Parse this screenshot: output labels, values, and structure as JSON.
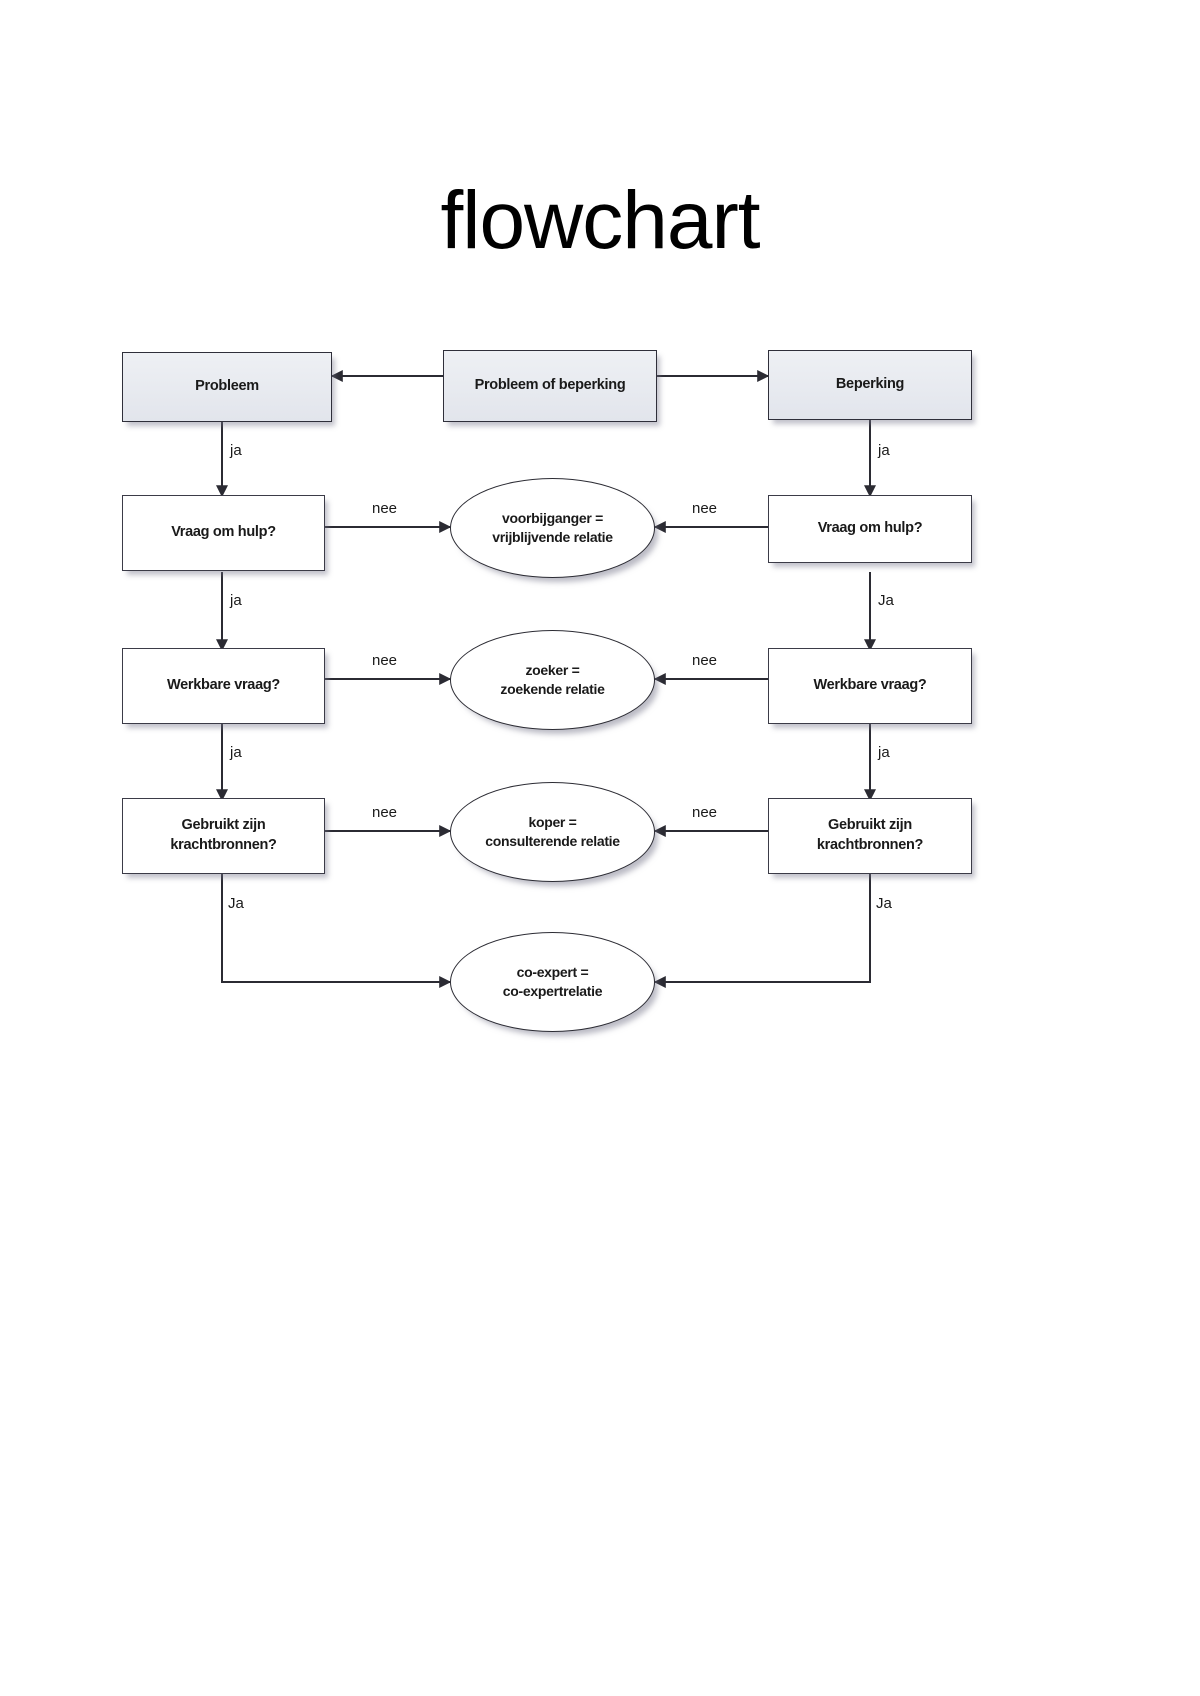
{
  "page": {
    "title": "flowchart",
    "background_color": "#ffffff"
  },
  "chart_data": {
    "type": "diagram",
    "diagram_kind": "flowchart",
    "title": "flowchart",
    "language": "nl",
    "colors": {
      "node_fill_white": "#ffffff",
      "node_fill_gray": "#e6e9ef",
      "node_border": "#3b3b47",
      "text": "#1a1a1a",
      "edge": "#2b2b33"
    },
    "nodes": [
      {
        "id": "start",
        "shape": "rect",
        "fill": "gray",
        "label": "Probleem of beperking",
        "column": "center",
        "row": 0
      },
      {
        "id": "probleem",
        "shape": "rect",
        "fill": "gray",
        "label": "Probleem",
        "column": "left",
        "row": 0
      },
      {
        "id": "beperking",
        "shape": "rect",
        "fill": "gray",
        "label": "Beperking",
        "column": "right",
        "row": 0
      },
      {
        "id": "l-vraag",
        "shape": "rect",
        "fill": "white",
        "label": "Vraag om hulp?",
        "column": "left",
        "row": 1
      },
      {
        "id": "r-vraag",
        "shape": "rect",
        "fill": "white",
        "label": "Vraag om hulp?",
        "column": "right",
        "row": 1
      },
      {
        "id": "l-werkbare",
        "shape": "rect",
        "fill": "white",
        "label": "Werkbare vraag?",
        "column": "left",
        "row": 2
      },
      {
        "id": "r-werkbare",
        "shape": "rect",
        "fill": "white",
        "label": "Werkbare vraag?",
        "column": "right",
        "row": 2
      },
      {
        "id": "l-kracht",
        "shape": "rect",
        "fill": "white",
        "label_lines": [
          "Gebruikt zijn",
          "krachtbronnen?"
        ],
        "column": "left",
        "row": 3
      },
      {
        "id": "r-kracht",
        "shape": "rect",
        "fill": "white",
        "label_lines": [
          "Gebruikt zijn",
          "krachtbronnen?"
        ],
        "column": "right",
        "row": 3
      },
      {
        "id": "e-voorbij",
        "shape": "ellipse",
        "fill": "white",
        "label_lines": [
          "voorbijganger =",
          "vrijblijvende relatie"
        ],
        "column": "center",
        "row": 1
      },
      {
        "id": "e-zoeker",
        "shape": "ellipse",
        "fill": "white",
        "label_lines": [
          "zoeker =",
          "zoekende relatie"
        ],
        "column": "center",
        "row": 2
      },
      {
        "id": "e-koper",
        "shape": "ellipse",
        "fill": "white",
        "label_lines": [
          "koper =",
          "consulterende relatie"
        ],
        "column": "center",
        "row": 3
      },
      {
        "id": "e-coexpert",
        "shape": "ellipse",
        "fill": "white",
        "label_lines": [
          "co-expert =",
          "co-expertrelatie"
        ],
        "column": "center",
        "row": 4
      }
    ],
    "edges": [
      {
        "from": "start",
        "to": "probleem",
        "label": "",
        "direction": "left"
      },
      {
        "from": "start",
        "to": "beperking",
        "label": "",
        "direction": "right"
      },
      {
        "from": "probleem",
        "to": "l-vraag",
        "label": "ja",
        "direction": "down"
      },
      {
        "from": "beperking",
        "to": "r-vraag",
        "label": "ja",
        "direction": "down"
      },
      {
        "from": "l-vraag",
        "to": "e-voorbij",
        "label": "nee",
        "direction": "right"
      },
      {
        "from": "r-vraag",
        "to": "e-voorbij",
        "label": "nee",
        "direction": "left"
      },
      {
        "from": "l-vraag",
        "to": "l-werkbare",
        "label": "ja",
        "direction": "down"
      },
      {
        "from": "r-vraag",
        "to": "r-werkbare",
        "label": "Ja",
        "direction": "down"
      },
      {
        "from": "l-werkbare",
        "to": "e-zoeker",
        "label": "nee",
        "direction": "right"
      },
      {
        "from": "r-werkbare",
        "to": "e-zoeker",
        "label": "nee",
        "direction": "left"
      },
      {
        "from": "l-werkbare",
        "to": "l-kracht",
        "label": "ja",
        "direction": "down"
      },
      {
        "from": "r-werkbare",
        "to": "r-kracht",
        "label": "ja",
        "direction": "down"
      },
      {
        "from": "l-kracht",
        "to": "e-koper",
        "label": "nee",
        "direction": "right"
      },
      {
        "from": "r-kracht",
        "to": "e-koper",
        "label": "nee",
        "direction": "left"
      },
      {
        "from": "l-kracht",
        "to": "e-coexpert",
        "label": "Ja",
        "direction": "down-right"
      },
      {
        "from": "r-kracht",
        "to": "e-coexpert",
        "label": "Ja",
        "direction": "down-left"
      }
    ]
  },
  "nodes": {
    "start": {
      "label": "Probleem of beperking"
    },
    "probleem": {
      "label": "Probleem"
    },
    "beperking": {
      "label": "Beperking"
    },
    "l_vraag": {
      "label": "Vraag om hulp?"
    },
    "r_vraag": {
      "label": "Vraag om hulp?"
    },
    "l_werkbare": {
      "label": "Werkbare vraag?"
    },
    "r_werkbare": {
      "label": "Werkbare vraag?"
    },
    "l_kracht": {
      "line1": "Gebruikt zijn",
      "line2": "krachtbronnen?"
    },
    "r_kracht": {
      "line1": "Gebruikt zijn",
      "line2": "krachtbronnen?"
    },
    "e_voorbij": {
      "line1": "voorbijganger =",
      "line2": "vrijblijvende relatie"
    },
    "e_zoeker": {
      "line1": "zoeker =",
      "line2": "zoekende relatie"
    },
    "e_koper": {
      "line1": "koper =",
      "line2": "consulterende relatie"
    },
    "e_coexpert": {
      "line1": "co-expert =",
      "line2": "co-expertrelatie"
    }
  },
  "labels": {
    "ja_l1": "ja",
    "ja_l2": "ja",
    "ja_l3": "ja",
    "ja_l4": "Ja",
    "ja_r1": "ja",
    "ja_r2": "Ja",
    "ja_r3": "ja",
    "ja_r4": "Ja",
    "nee_l1": "nee",
    "nee_l2": "nee",
    "nee_l3": "nee",
    "nee_r1": "nee",
    "nee_r2": "nee",
    "nee_r3": "nee"
  }
}
